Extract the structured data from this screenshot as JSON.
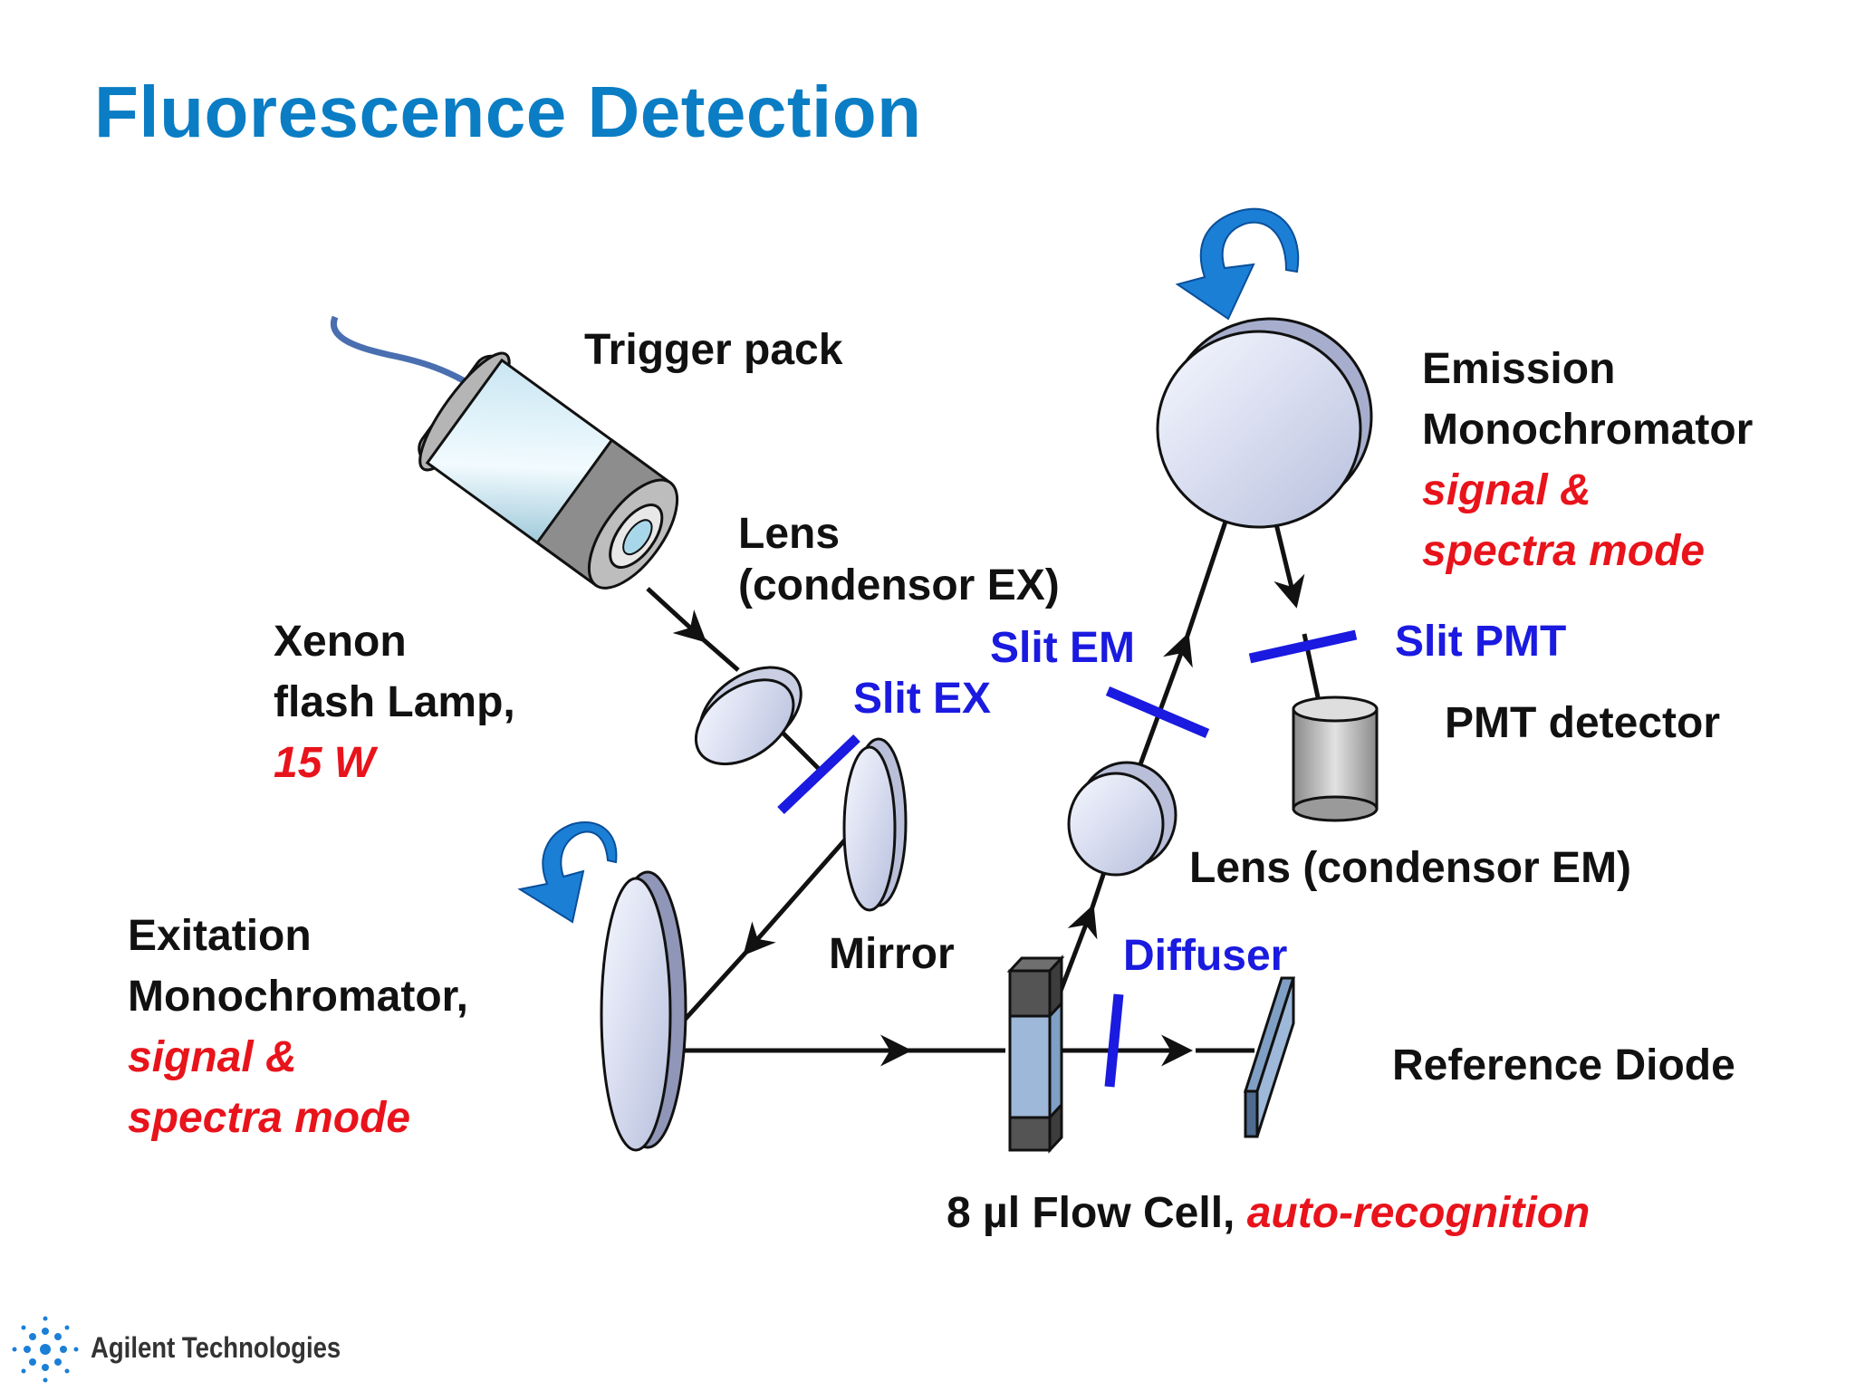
{
  "title": "Fluorescence Detection",
  "labels": {
    "trigger_pack": "Trigger pack",
    "lens_ex_line1": "Lens",
    "lens_ex_line2": "(condensor EX)",
    "xenon_line1": "Xenon",
    "xenon_line2": "flash Lamp,",
    "xenon_power": "15 W",
    "slit_ex": "Slit EX",
    "slit_em": "Slit EM",
    "slit_pmt": "Slit PMT",
    "emission_line1": "Emission",
    "emission_line2": "Monochromator",
    "emission_mode1": "signal &",
    "emission_mode2": "spectra mode",
    "pmt_detector": "PMT detector",
    "lens_em": "Lens (condensor EM)",
    "excitation_line1": "Exitation",
    "excitation_line2": "Monochromator,",
    "excitation_mode1": "signal &",
    "excitation_mode2": "spectra mode",
    "mirror": "Mirror",
    "diffuser": "Diffuser",
    "reference_diode": "Reference Diode",
    "flow_cell": "8  µl Flow Cell,",
    "flow_cell_note": "auto-recognition"
  },
  "logo": {
    "text": "Agilent Technologies"
  },
  "colors": {
    "title": "#0a7dc4",
    "highlight_red": "#e8131b",
    "slit_blue": "#1a1ae0",
    "rotation_arrow": "#1b7fd6"
  }
}
